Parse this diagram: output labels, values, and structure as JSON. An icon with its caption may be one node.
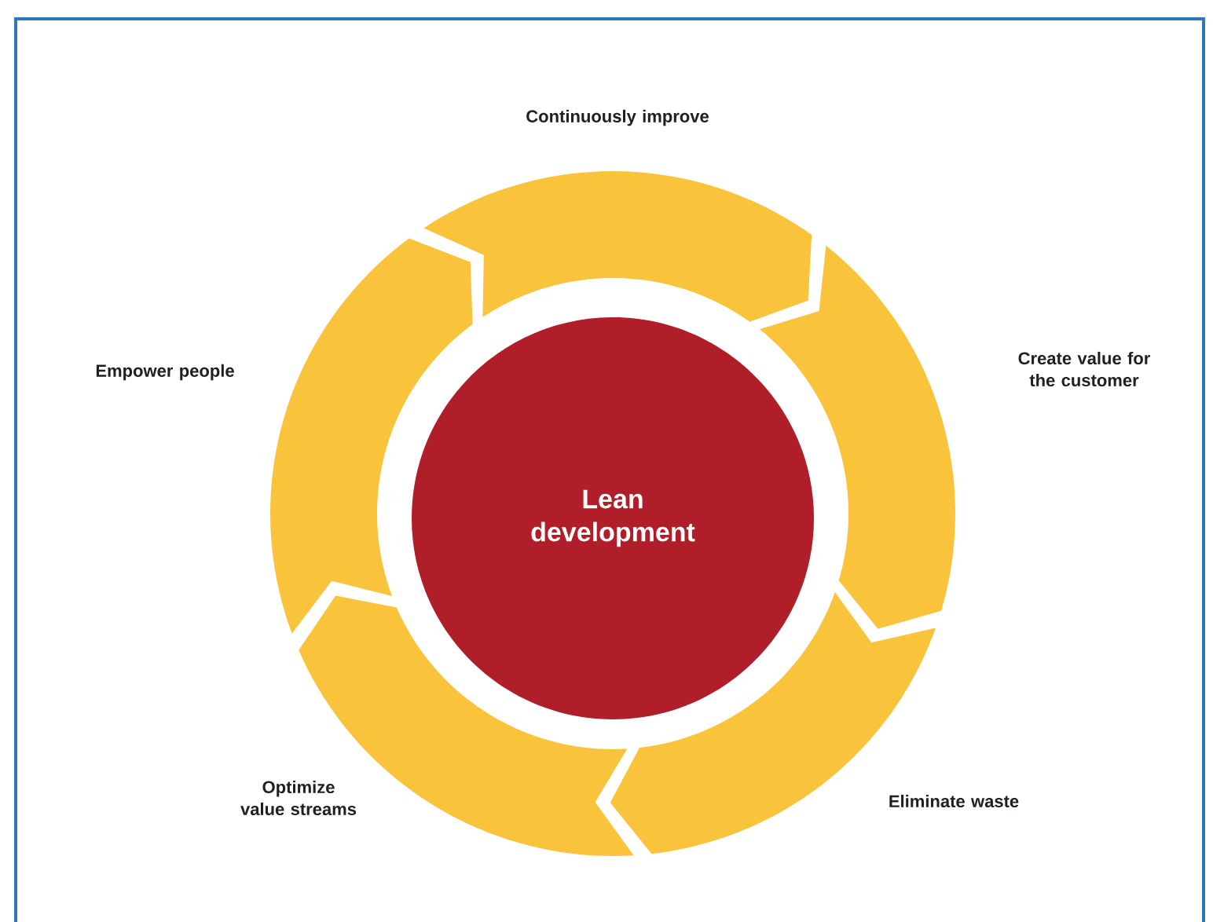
{
  "diagram": {
    "nodes": [
      {
        "text": [
          "Lean development"
        ]
      },
      {
        "text": [
          "Continuously improve"
        ]
      },
      {
        "text": [
          "Create value for the customer"
        ]
      },
      {
        "text": [
          "Eliminate waste"
        ]
      },
      {
        "text": [
          "Optimize value streams"
        ]
      },
      {
        "text": [
          "Empower people"
        ]
      }
    ]
  }
}
